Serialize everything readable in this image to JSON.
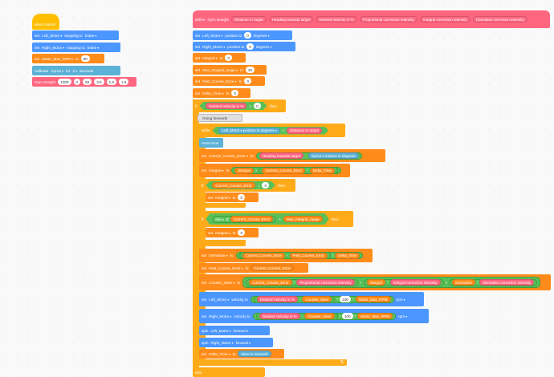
{
  "start": {
    "hat": "when started",
    "s1": {
      "cmd": "set",
      "dev": "Left_Motor",
      "mid": "stopping to",
      "val": "brake"
    },
    "s2": {
      "cmd": "set",
      "dev": "Right_Motor",
      "mid": "stopping to",
      "val": "brake"
    },
    "s3": {
      "cmd": "set",
      "var": "Motor_Max_RPM",
      "mid": "to",
      "val": "80"
    },
    "s4": {
      "cmd": "calibrate",
      "dev": "Gyro3",
      "mid": "for",
      "val": "2",
      "unit": "seconds"
    },
    "s5": {
      "cmd": "Gyro straight",
      "args": [
        "1000",
        "0",
        "60",
        "3.6",
        "1.6",
        "1.6"
      ]
    }
  },
  "define": {
    "kw": "define",
    "name": "Gyro straight",
    "params": [
      "Distance to target",
      "Heading towards target",
      "Desired Velocity in %",
      "Proportional correction intensity",
      "Integral correction intensity",
      "Derivative correction intensity"
    ]
  },
  "body": {
    "b1": {
      "cmd": "set",
      "dev": "Left_Motor",
      "mid": "position to",
      "val": "0",
      "unit": "degrees"
    },
    "b2": {
      "cmd": "set",
      "dev": "Right_Motor",
      "mid": "position to",
      "val": "0",
      "unit": "degrees"
    },
    "b3": {
      "cmd": "set",
      "var": "Integral",
      "mid": "to",
      "val": "0"
    },
    "b4": {
      "cmd": "set",
      "var": "Max_Integral_range",
      "mid": "to",
      "val": "20"
    },
    "b5": {
      "cmd": "set",
      "var": "Past_Course_Error",
      "mid": "to",
      "val": "0"
    },
    "b6": {
      "cmd": "set",
      "var": "Delta_Time",
      "mid": "to",
      "val": "0"
    },
    "if1": {
      "kw": "if",
      "a": "Desired Velocity in %",
      "op": ">",
      "b": "0",
      "then": "then"
    },
    "comment": "Going forwards",
    "while": {
      "kw": "while",
      "dev": "Left_Motor",
      "mid": "position in",
      "unit": "degrees",
      "op": "<",
      "b": "Distance to target"
    },
    "w1": "reset timer",
    "w2": {
      "cmd": "set",
      "var": "Current_Course_Error",
      "mid": "to",
      "a": "Heading towards target",
      "op": "-",
      "dev": "Gyro3",
      "tail": "rotation in degrees"
    },
    "w3": {
      "cmd": "set",
      "var": "Integral",
      "mid": "to",
      "a": "Integral",
      "op1": "+",
      "b": "Current_Course_Error",
      "op2": "*",
      "c": "Delta_Time"
    },
    "if2": {
      "kw": "if",
      "a": "Current_Course_Error",
      "op": "=",
      "b": "0",
      "then": "then"
    },
    "if2b": {
      "cmd": "set",
      "var": "Integral",
      "mid": "to",
      "val": "0"
    },
    "if3": {
      "kw": "if",
      "fn": "abs",
      "of": "of",
      "a": "Current_Course_Error",
      "op": ">",
      "b": "Max_Integral_range",
      "then": "then"
    },
    "if3b": {
      "cmd": "set",
      "var": "Integral",
      "mid": "to",
      "val": "0"
    },
    "w4": {
      "cmd": "set",
      "var": "Derivative",
      "mid": "to",
      "a": "Current_Course_Error",
      "op1": "-",
      "b": "Past_Course_Error",
      "op2": "/",
      "c": "Delta_Time"
    },
    "w5": {
      "cmd": "set",
      "var": "Past_Course_Error",
      "mid": "to",
      "val": "Current_Course_Error"
    },
    "w6": {
      "cmd": "set",
      "var": "Counter_steer",
      "mid": "to",
      "a": "Current_Course_Error",
      "op1": "*",
      "b": "Proportional correction intensity",
      "op2": "+",
      "c": "Integral",
      "op3": "*",
      "d": "Integral correction intensity",
      "op4": "+",
      "e": "Derivative",
      "op5": "*",
      "f": "Derivative correction intensity"
    },
    "w7": {
      "cmd": "set",
      "dev": "Left_Motor",
      "mid": "velocity to",
      "a": "Desired Velocity in %",
      "op1": "-",
      "b": "Counter_steer",
      "op2": "*",
      "c": "100",
      "op3": "*",
      "d": "Motor_Max_RPM",
      "unit": "rpm"
    },
    "w8": {
      "cmd": "set",
      "dev": "Right_Motor",
      "mid": "velocity to",
      "a": "Desired Velocity in %",
      "op1": "-",
      "b": "Counter_steer",
      "op2": "/",
      "c": "100",
      "op3": "*",
      "d": "Motor_Max_RPM",
      "unit": "rpm"
    },
    "w9": {
      "cmd": "spin",
      "dev": "Left_Motor",
      "dir": "forward"
    },
    "w10": {
      "cmd": "spin",
      "dev": "Right_Motor",
      "dir": "forward"
    },
    "w11": {
      "cmd": "set",
      "var": "Delta_Time",
      "mid": "to",
      "val": "timer in seconds"
    },
    "loop_arrow": "↻",
    "else": "else"
  },
  "colors": {
    "motion": "#4c97ff",
    "variables": "#ff8c1a",
    "sensing": "#5cb1d6",
    "control": "#ffab19",
    "events": "#ffbf00",
    "myblocks": "#ff6680",
    "operators": "#59c059"
  }
}
